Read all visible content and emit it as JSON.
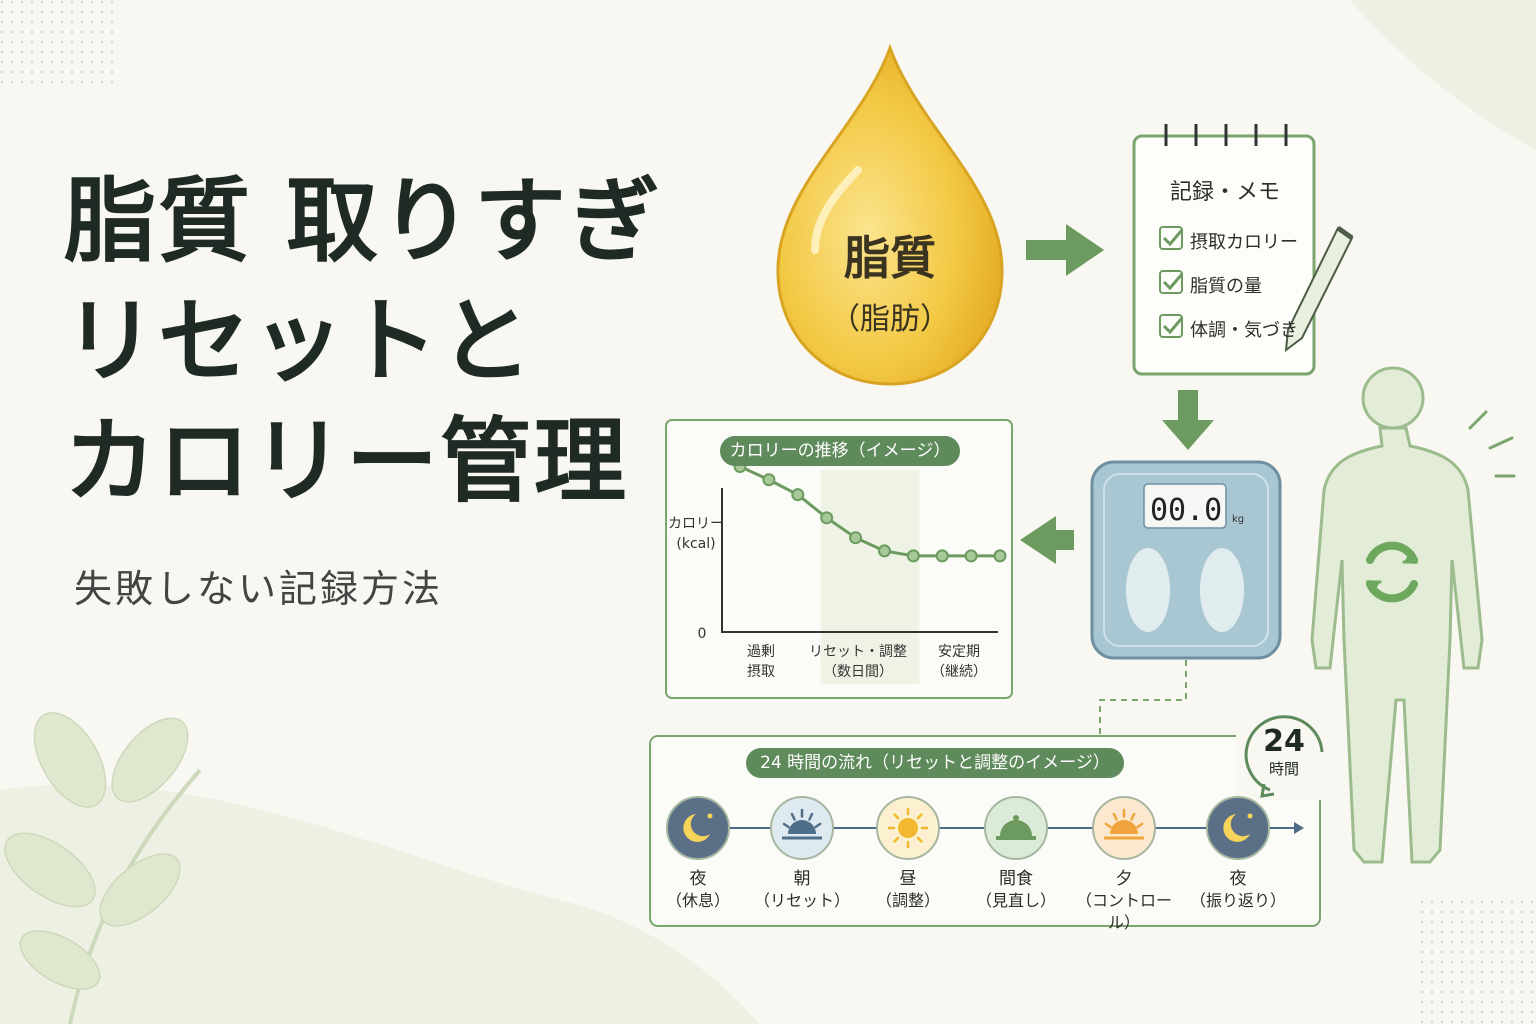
{
  "title": {
    "line1": "脂質 取りすぎ",
    "line2": "リセットと",
    "line3": "カロリー管理",
    "subtitle": "失敗しない記録方法"
  },
  "drop": {
    "main": "脂質",
    "sub": "（脂肪）"
  },
  "notebook": {
    "title": "記録・メモ",
    "items": [
      "摂取カロリー",
      "脂質の量",
      "体調・気づき"
    ]
  },
  "scale": {
    "reading": "00.0",
    "unit": "kg"
  },
  "chart_data": {
    "type": "line",
    "title": "カロリーの推移（イメージ）",
    "ylabel": "カロリー\n(kcal)",
    "y_zero_label": "0",
    "phases": [
      {
        "line1": "過剰",
        "line2": "摂取"
      },
      {
        "line1": "リセット・調整",
        "line2": "（数日間）"
      },
      {
        "line1": "安定期",
        "line2": "（継続）"
      }
    ],
    "x": [
      0,
      1,
      2,
      3,
      4,
      5,
      6,
      7,
      8,
      9
    ],
    "values": [
      10,
      9.2,
      8.3,
      6.9,
      5.7,
      4.9,
      4.6,
      4.6,
      4.6,
      4.6
    ],
    "ylim": [
      0,
      11
    ],
    "highlight_range": [
      3,
      6
    ],
    "colors": {
      "line": "#6c9a5f",
      "point": "#a8c99a",
      "highlight": "#eef3e6"
    }
  },
  "timeline": {
    "title": "24 時間の流れ（リセットと調整のイメージ）",
    "badge": {
      "num": "24",
      "unit": "時間"
    },
    "steps": [
      {
        "label": "夜",
        "sub": "（休息）",
        "icon": "moon-icon",
        "color": "#5b6f86"
      },
      {
        "label": "朝",
        "sub": "（リセット）",
        "icon": "sunrise-icon",
        "color": "#dfe9f0"
      },
      {
        "label": "昼",
        "sub": "（調整）",
        "icon": "sun-icon",
        "color": "#fbf0cf"
      },
      {
        "label": "間食",
        "sub": "（見直し）",
        "icon": "cloche-icon",
        "color": "#dcebd8"
      },
      {
        "label": "夕",
        "sub": "（コントロール）",
        "icon": "sunset-icon",
        "color": "#fbe8cf"
      },
      {
        "label": "夜",
        "sub": "（振り返り）",
        "icon": "moon-icon",
        "color": "#5b6f86"
      }
    ]
  },
  "colors": {
    "accent": "#6c9a5f",
    "drop": "#f0c33e",
    "scale": "#a9c6d3"
  }
}
